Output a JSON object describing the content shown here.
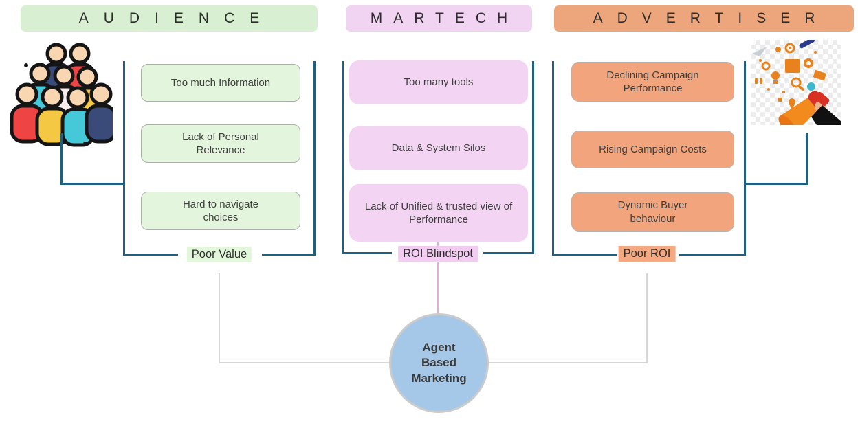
{
  "title": "Marketing pain points diagram",
  "columns": [
    {
      "id": "audience",
      "header": "AUDIENCE",
      "items": [
        "Too much Information",
        "Lack of Personal Relevance",
        "Hard to navigate choices"
      ],
      "outcome": "Poor Value",
      "icon": "crowd-icon"
    },
    {
      "id": "martech",
      "header": "MARTECH",
      "items": [
        "Too many tools",
        "Data & System Silos",
        "Lack of Unified & trusted view of Performance"
      ],
      "outcome": "ROI Blindspot",
      "icon": null
    },
    {
      "id": "advertiser",
      "header": "ADVERTISER",
      "items": [
        "Declining Campaign Performance",
        "Rising Campaign Costs",
        "Dynamic Buyer behaviour"
      ],
      "outcome": "Poor ROI",
      "icon": "megaphone-icon"
    }
  ],
  "center": {
    "label": "Agent Based Marketing"
  },
  "colors": {
    "header_green": "#d9efd1",
    "header_pink": "#f1d3f2",
    "header_orange": "#eda67b",
    "box_green": "#e4f5dd",
    "box_pink": "#f3d5f3",
    "box_orange": "#f2a57c",
    "label_green": "#e2f7da",
    "label_pink": "#f3cdf1",
    "label_orange": "#f4a981",
    "bracket": "#1f5f82",
    "connector_gray": "#d7d7d7",
    "connector_pink": "#e0abdd",
    "circle_fill": "#a5c8e9",
    "circle_border": "#cbcbcb",
    "text": "#3f3f3f"
  }
}
